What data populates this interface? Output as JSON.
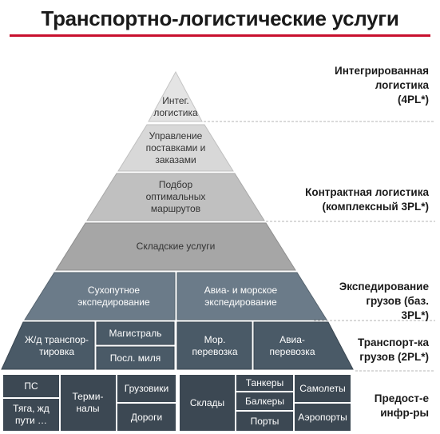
{
  "title": "Транспортно-логистические услуги",
  "pyramid": {
    "integrated": "Интег. логистика",
    "supply_mgmt": "Управление поставками и заказами",
    "route_selection": "Подбор оптимальных маршрутов",
    "warehouse_services": "Складские услуги",
    "land_forwarding": "Сухопутное экспедирование",
    "air_sea_forwarding": "Авиа- и морское экспедирование",
    "rail_transport": "Ж/д транспор-тировка",
    "trunk": "Магистраль",
    "last_mile": "Посл. миля",
    "sea_transport": "Мор. перевозка",
    "air_transport": "Авиа-перевозка"
  },
  "infra": {
    "ps": "ПС",
    "traction": "Тяга, жд пути …",
    "terminals": "Терми-налы",
    "trucks": "Грузовики",
    "roads": "Дороги",
    "warehouses": "Склады",
    "tankers": "Танкеры",
    "bulkers": "Балкеры",
    "ports": "Порты",
    "planes": "Самолеты",
    "airports": "Аэропорты"
  },
  "side_labels": {
    "l4pl": "Интегрированная\nлогистика\n(4PL*)",
    "l3pl": "Контрактная логистика\n(комплексный 3PL*)",
    "forwarding": "Экспедирование\nгрузов (баз.\n3PL*)",
    "l2pl": "Транспорт-ка\nгрузов (2PL*)",
    "infra": "Предост-е\nинфр-ры"
  },
  "colors": {
    "accent": "#c8102e",
    "tier_light": "#dedede",
    "tier_mid": "#c0c0c0",
    "tier_warehouse": "#a6a6a6",
    "tier_forwarding": "#6b7b89",
    "tier_transport": "#4a5a67",
    "tier_infra": "#3c4853"
  }
}
